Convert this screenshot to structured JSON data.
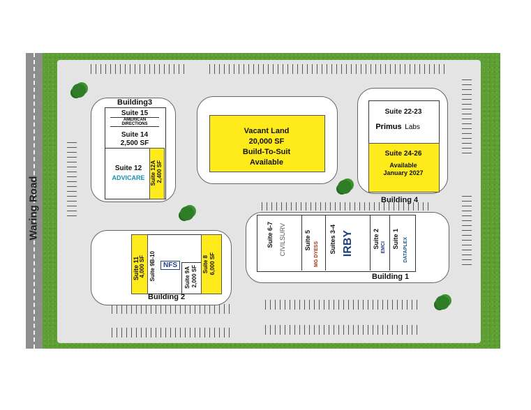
{
  "road": {
    "label": "Waring Road"
  },
  "vacant": {
    "line1": "Vacant Land",
    "line2": "20,000 SF",
    "line3": "Build-To-Suit",
    "line4": "Available"
  },
  "building1": {
    "name": "Building 1",
    "suites": [
      {
        "label": "Suite 6-7",
        "tenant": "CIVILSURV"
      },
      {
        "label": "Suite 5",
        "tenant": "MG DYESS"
      },
      {
        "label": "Suites 3-4",
        "tenant": "IRBY"
      },
      {
        "label": "Suite 2",
        "tenant": "EMCI"
      },
      {
        "label": "Suite 1",
        "tenant": "DATAPLEX"
      }
    ]
  },
  "building2": {
    "name": "Building 2",
    "suite11": {
      "label": "Suite 11",
      "size": "4,000 SF"
    },
    "suite9b": {
      "label": "Suite 9B-10",
      "tenant": "NFS"
    },
    "suite9a": {
      "label": "Suite 9A",
      "size": "2,000 SF"
    },
    "suite8": {
      "label": "Suite 8",
      "size": "6,000 SF"
    }
  },
  "building3": {
    "name": "Building3",
    "suite15": {
      "label": "Suite 15",
      "tenant": "AMERICAN DIRECTIONS"
    },
    "suite14": {
      "label": "Suite 14",
      "size": "2,500 SF"
    },
    "suite12": {
      "label": "Suite 12",
      "tenant": "ADVICARE"
    },
    "suite12a": {
      "label": "Suite 12A",
      "size": "2,400 SF"
    }
  },
  "building4": {
    "name": "Building 4",
    "suite2223": {
      "label": "Suite 22-23",
      "tenant_a": "Primus",
      "tenant_b": "Labs"
    },
    "suite2426": {
      "label": "Suite 24-26",
      "status": "Available",
      "date": "January 2027"
    }
  },
  "colors": {
    "available": "#ffeb1b",
    "grass": "#5f9e35",
    "pavement": "#e4e4e4"
  }
}
